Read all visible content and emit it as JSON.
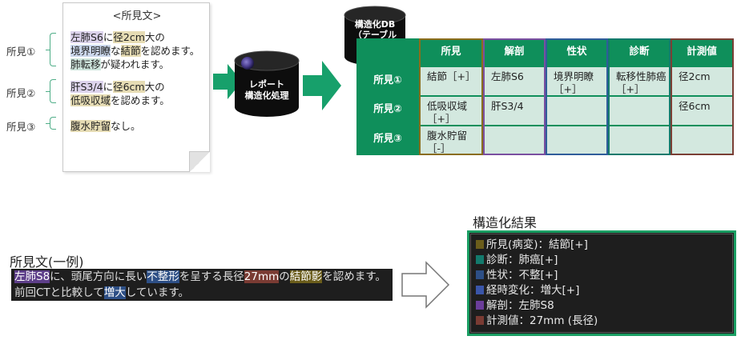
{
  "report": {
    "title": "<所見文>",
    "finding1": {
      "label": "所見①",
      "line1": [
        {
          "text": "左肺S6",
          "hl": "purple"
        },
        {
          "text": "に",
          "hl": ""
        },
        {
          "text": "径2cm",
          "hl": "tan"
        },
        {
          "text": "大の",
          "hl": ""
        }
      ],
      "line2": [
        {
          "text": "境界明瞭",
          "hl": "blue"
        },
        {
          "text": "な",
          "hl": ""
        },
        {
          "text": "結節",
          "hl": "tan"
        },
        {
          "text": "を認めます。",
          "hl": ""
        }
      ],
      "line3": [
        {
          "text": "肺転移",
          "hl": "green"
        },
        {
          "text": "が疑われます。",
          "hl": ""
        }
      ]
    },
    "finding2": {
      "label": "所見②",
      "line1": [
        {
          "text": "肝S3/4",
          "hl": "purple"
        },
        {
          "text": "に",
          "hl": ""
        },
        {
          "text": "径6cm",
          "hl": "tan"
        },
        {
          "text": "大の",
          "hl": ""
        }
      ],
      "line2": [
        {
          "text": "低吸収域",
          "hl": "tan"
        },
        {
          "text": "を認めます。",
          "hl": ""
        }
      ]
    },
    "finding3": {
      "label": "所見③",
      "line1": [
        {
          "text": "腹水貯留",
          "hl": "tan"
        },
        {
          "text": "なし。",
          "hl": ""
        }
      ]
    }
  },
  "process": {
    "label": "レポート\n構造化処理"
  },
  "db": {
    "label": "構造化DB\n（テーブル\n形式）"
  },
  "table": {
    "headers": [
      "所見",
      "解剖",
      "性状",
      "診断",
      "計測値"
    ],
    "rows": [
      {
        "label": "所見①",
        "cells": [
          "結節［+］",
          "左肺S6",
          "境界明瞭\n［+］",
          "転移性肺癌\n［+］",
          "径2cm"
        ]
      },
      {
        "label": "所見②",
        "cells": [
          "低吸収域\n［+］",
          "肝S3/4",
          "",
          "",
          "径6cm"
        ]
      },
      {
        "label": "所見③",
        "cells": [
          "腹水貯留\n［-］",
          "",
          "",
          "",
          ""
        ]
      }
    ],
    "colors": {
      "header_bg": "#0f8f5b",
      "cell_bg": "#d3e8df",
      "outline": [
        "#8a6d1c",
        "#7a4fa0",
        "#2f5d9a",
        "#137a6c",
        "#7a3f35"
      ]
    }
  },
  "example": {
    "title": "所見文(一例)",
    "line1": [
      {
        "text": "左肺S8",
        "hl": "purple"
      },
      {
        "text": "に、頭尾方向に長い",
        "hl": ""
      },
      {
        "text": "不整形",
        "hl": "blue"
      },
      {
        "text": "を呈する長径",
        "hl": ""
      },
      {
        "text": "27mm",
        "hl": "red"
      },
      {
        "text": "の",
        "hl": ""
      },
      {
        "text": "結節影",
        "hl": "olive"
      },
      {
        "text": "を認めます。",
        "hl": ""
      }
    ],
    "line2": [
      {
        "text": "前回CTと比較して",
        "hl": ""
      },
      {
        "text": "増大",
        "hl": "blue"
      },
      {
        "text": "しています。",
        "hl": ""
      }
    ]
  },
  "result": {
    "title": "構造化結果",
    "items": [
      {
        "text": "所見(病変)：結節[+]",
        "color": "#6b5d1b"
      },
      {
        "text": "診断：肺癌[+]",
        "color": "#137a6c"
      },
      {
        "text": "性状：不整[+]",
        "color": "#2d4f86"
      },
      {
        "text": "経時変化：増大[+]",
        "color": "#3a55a8"
      },
      {
        "text": "解剖：左肺S8",
        "color": "#6b3d9a"
      },
      {
        "text": "計測値：27mm (長径)",
        "color": "#7a3b33"
      }
    ]
  }
}
